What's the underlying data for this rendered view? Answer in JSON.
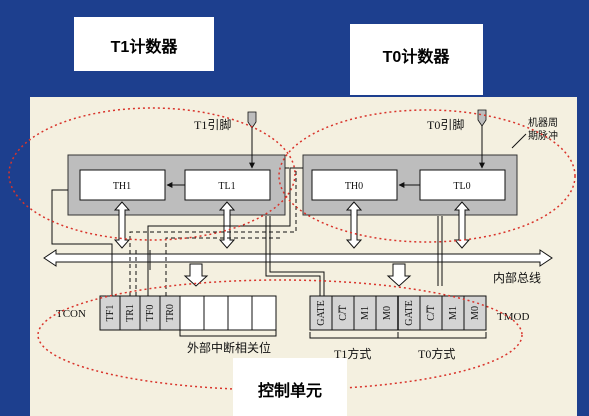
{
  "colors": {
    "background": "#1d3f8e",
    "panel": "#f4f0e0",
    "block": "#bdbdbd",
    "title_box": "#ffffff",
    "dotted_ellipse": "#d9342b"
  },
  "labels": {
    "t1_counter": "T1计数器",
    "t0_counter": "T0计数器",
    "control_unit": "控制单元",
    "t1_pin": "T1引脚",
    "t0_pin": "T0引脚",
    "machine_cycle_1": "机器周",
    "machine_cycle_2": "期脉冲",
    "internal_bus": "内部总线",
    "tcon": "TCON",
    "tmod": "TMOD",
    "ext_int_bits": "外部中断相关位",
    "t1_mode": "T1方式",
    "t0_mode": "T0方式"
  },
  "registers": {
    "th1": "TH1",
    "tl1": "TL1",
    "th0": "TH0",
    "tl0": "TL0"
  },
  "tcon_bits": [
    "TF1",
    "TR1",
    "TF0",
    "TR0"
  ],
  "tmod_bits": [
    "GATE",
    "C/T",
    "M1",
    "M0",
    "GATE",
    "C/T",
    "M1",
    "M0"
  ]
}
